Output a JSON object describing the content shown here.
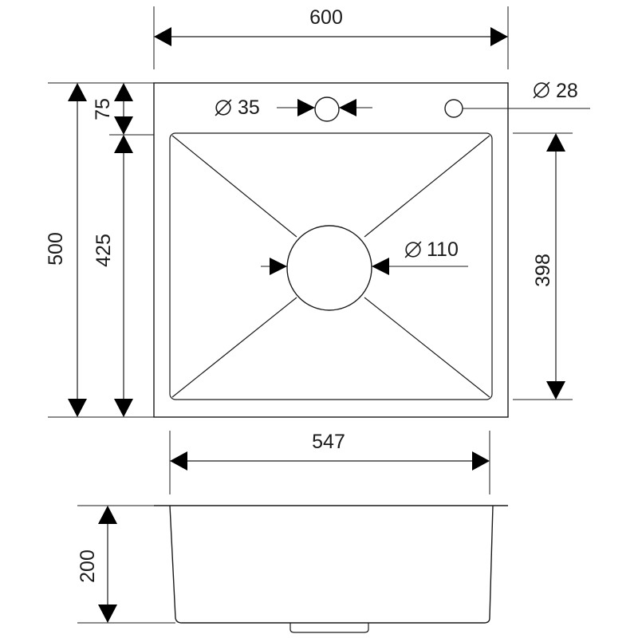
{
  "dimensions": {
    "overall_width": "600",
    "overall_length": "500",
    "back_ledge": "75",
    "bowl_length_outer": "425",
    "bowl_length_inner": "398",
    "bowl_width": "547",
    "depth": "200"
  },
  "holes": {
    "tap_hole": "35",
    "accessory_hole": "28",
    "drain_hole": "110"
  }
}
